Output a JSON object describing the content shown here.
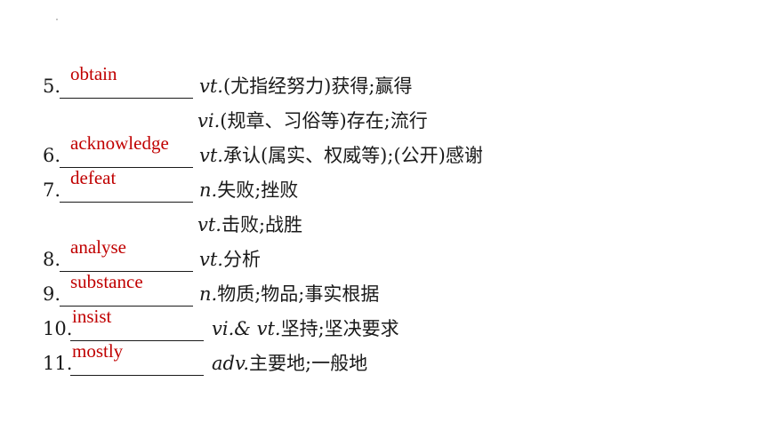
{
  "page": {
    "marker": "·"
  },
  "items": [
    {
      "number": "5.",
      "answer": "obtain",
      "pos": "vt.",
      "meaning": "(尤指经努力)获得;赢得"
    },
    {
      "number": "",
      "answer": "",
      "pos": "vi.",
      "meaning": "(规章、习俗等)存在;流行"
    },
    {
      "number": "6.",
      "answer": "acknowledge",
      "pos": "vt.",
      "meaning": "承认(属实、权威等);(公开)感谢"
    },
    {
      "number": "7.",
      "answer": "defeat",
      "pos": "n.",
      "meaning": "失败;挫败"
    },
    {
      "number": "",
      "answer": "",
      "pos": "vt.",
      "meaning": "击败;战胜"
    },
    {
      "number": "8.",
      "answer": "analyse",
      "pos": "vt.",
      "meaning": "分析"
    },
    {
      "number": "9.",
      "answer": "substance",
      "pos": "n.",
      "meaning": "物质;物品;事实根据"
    },
    {
      "number": "10.",
      "answer": "insist",
      "pos": "vi.& vt.",
      "meaning": "坚持;坚决要求"
    },
    {
      "number": "11.",
      "answer": "mostly",
      "pos": "adv.",
      "meaning": "主要地;一般地"
    }
  ]
}
